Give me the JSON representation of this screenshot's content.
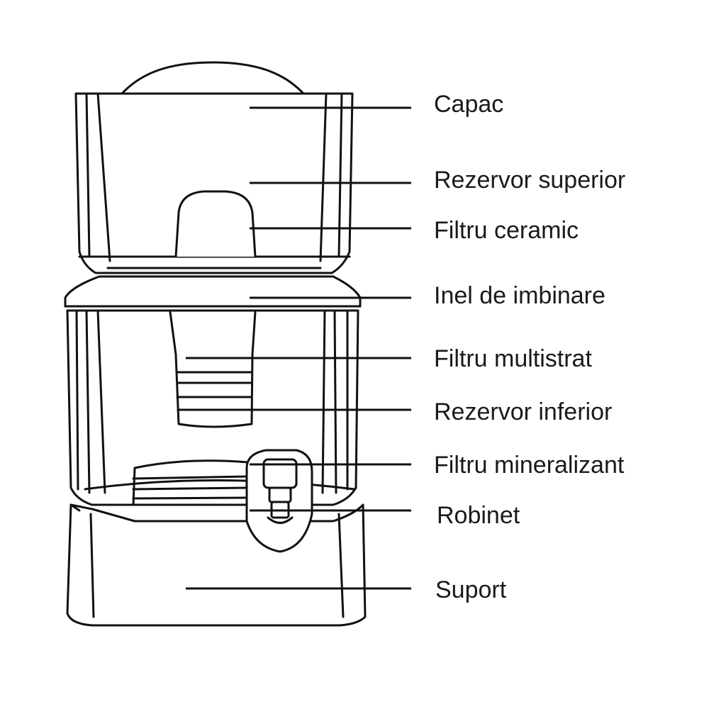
{
  "diagram": {
    "labels": [
      {
        "id": "capac",
        "text": "Capac"
      },
      {
        "id": "rezervor-superior",
        "text": "Rezervor superior"
      },
      {
        "id": "filtru-ceramic",
        "text": "Filtru ceramic"
      },
      {
        "id": "inel-de-imbinare",
        "text": "Inel de imbinare"
      },
      {
        "id": "filtru-multistrat",
        "text": "Filtru multistrat"
      },
      {
        "id": "rezervor-inferior",
        "text": "Rezervor inferior"
      },
      {
        "id": "filtru-mineralizant",
        "text": "Filtru mineralizant"
      },
      {
        "id": "robinet",
        "text": "Robinet"
      },
      {
        "id": "suport",
        "text": "Suport"
      }
    ],
    "colors": {
      "line": "#111111",
      "text": "#1a1a1a",
      "background": "#ffffff"
    }
  }
}
